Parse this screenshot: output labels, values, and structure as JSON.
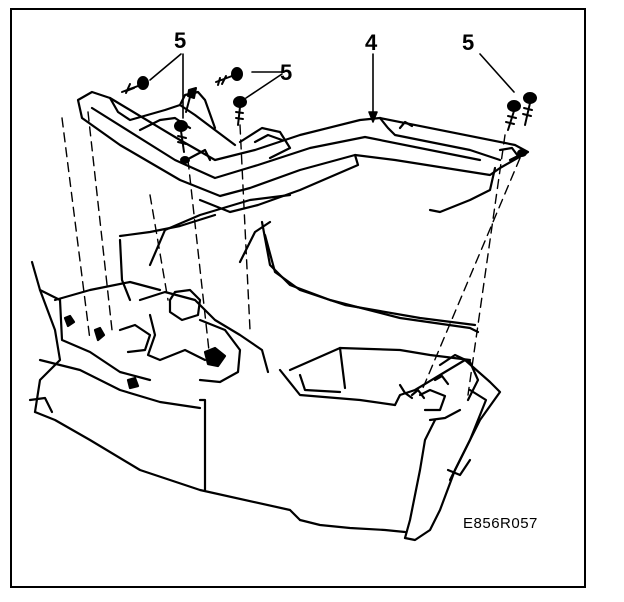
{
  "diagram": {
    "callouts": {
      "screws_label_top_left": "5",
      "screws_label_mid": "5",
      "screws_label_right": "5",
      "trim_bezel_label": "4"
    },
    "figure_code": "E856R057"
  }
}
